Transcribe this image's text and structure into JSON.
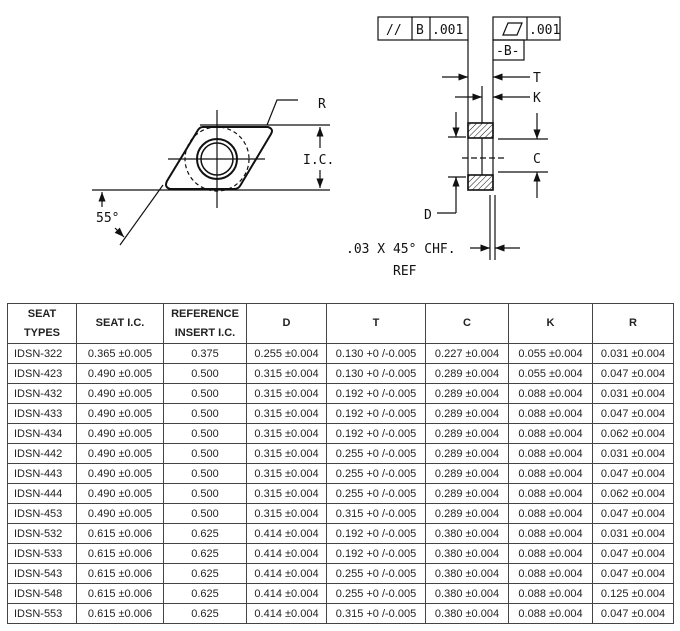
{
  "drawing": {
    "left_view": {
      "radius_label": "R",
      "ic_label": "I.C.",
      "angle_label": "55°"
    },
    "side_view": {
      "parallelism_symbol": "//",
      "parallelism_datum": "B",
      "parallelism_tol": ".001",
      "flatness_tol": ".001",
      "datum_label": "-B-",
      "t_label": "T",
      "k_label": "K",
      "c_label": "C",
      "d_label": "D",
      "chamfer_label": ".03 X 45° CHF.",
      "ref_label": "REF"
    }
  },
  "table": {
    "headers": [
      [
        "SEAT",
        "TYPES"
      ],
      [
        "SEAT I.C."
      ],
      [
        "REFERENCE",
        "INSERT I.C."
      ],
      [
        "D"
      ],
      [
        "T"
      ],
      [
        "C"
      ],
      [
        "K"
      ],
      [
        "R"
      ]
    ],
    "rows": [
      [
        "IDSN-322",
        "0.365 ±0.005",
        "0.375",
        "0.255 ±0.004",
        "0.130 +0 /-0.005",
        "0.227 ±0.004",
        "0.055 ±0.004",
        "0.031 ±0.004"
      ],
      [
        "IDSN-423",
        "0.490 ±0.005",
        "0.500",
        "0.315 ±0.004",
        "0.130 +0 /-0.005",
        "0.289 ±0.004",
        "0.055 ±0.004",
        "0.047 ±0.004"
      ],
      [
        "IDSN-432",
        "0.490 ±0.005",
        "0.500",
        "0.315 ±0.004",
        "0.192 +0 /-0.005",
        "0.289 ±0.004",
        "0.088 ±0.004",
        "0.031 ±0.004"
      ],
      [
        "IDSN-433",
        "0.490 ±0.005",
        "0.500",
        "0.315 ±0.004",
        "0.192 +0 /-0.005",
        "0.289 ±0.004",
        "0.088 ±0.004",
        "0.047 ±0.004"
      ],
      [
        "IDSN-434",
        "0.490 ±0.005",
        "0.500",
        "0.315 ±0.004",
        "0.192 +0 /-0.005",
        "0.289 ±0.004",
        "0.088 ±0.004",
        "0.062 ±0.004"
      ],
      [
        "IDSN-442",
        "0.490 ±0.005",
        "0.500",
        "0.315 ±0.004",
        "0.255 +0 /-0.005",
        "0.289 ±0.004",
        "0.088 ±0.004",
        "0.031 ±0.004"
      ],
      [
        "IDSN-443",
        "0.490 ±0.005",
        "0.500",
        "0.315 ±0.004",
        "0.255 +0 /-0.005",
        "0.289 ±0.004",
        "0.088 ±0.004",
        "0.047 ±0.004"
      ],
      [
        "IDSN-444",
        "0.490 ±0.005",
        "0.500",
        "0.315 ±0.004",
        "0.255 +0 /-0.005",
        "0.289 ±0.004",
        "0.088 ±0.004",
        "0.062 ±0.004"
      ],
      [
        "IDSN-453",
        "0.490 ±0.005",
        "0.500",
        "0.315 ±0.004",
        "0.315 +0 /-0.005",
        "0.289 ±0.004",
        "0.088 ±0.004",
        "0.047 ±0.004"
      ],
      [
        "IDSN-532",
        "0.615 ±0.006",
        "0.625",
        "0.414 ±0.004",
        "0.192 +0 /-0.005",
        "0.380 ±0.004",
        "0.088 ±0.004",
        "0.031 ±0.004"
      ],
      [
        "IDSN-533",
        "0.615 ±0.006",
        "0.625",
        "0.414 ±0.004",
        "0.192 +0 /-0.005",
        "0.380 ±0.004",
        "0.088 ±0.004",
        "0.047 ±0.004"
      ],
      [
        "IDSN-543",
        "0.615 ±0.006",
        "0.625",
        "0.414 ±0.004",
        "0.255 +0 /-0.005",
        "0.380 ±0.004",
        "0.088 ±0.004",
        "0.047 ±0.004"
      ],
      [
        "IDSN-548",
        "0.615 ±0.006",
        "0.625",
        "0.414 ±0.004",
        "0.255 +0 /-0.005",
        "0.380 ±0.004",
        "0.088 ±0.004",
        "0.125 ±0.004"
      ],
      [
        "IDSN-553",
        "0.615 ±0.006",
        "0.625",
        "0.414 ±0.004",
        "0.315 +0 /-0.005",
        "0.380 ±0.004",
        "0.088 ±0.004",
        "0.047 ±0.004"
      ]
    ]
  }
}
